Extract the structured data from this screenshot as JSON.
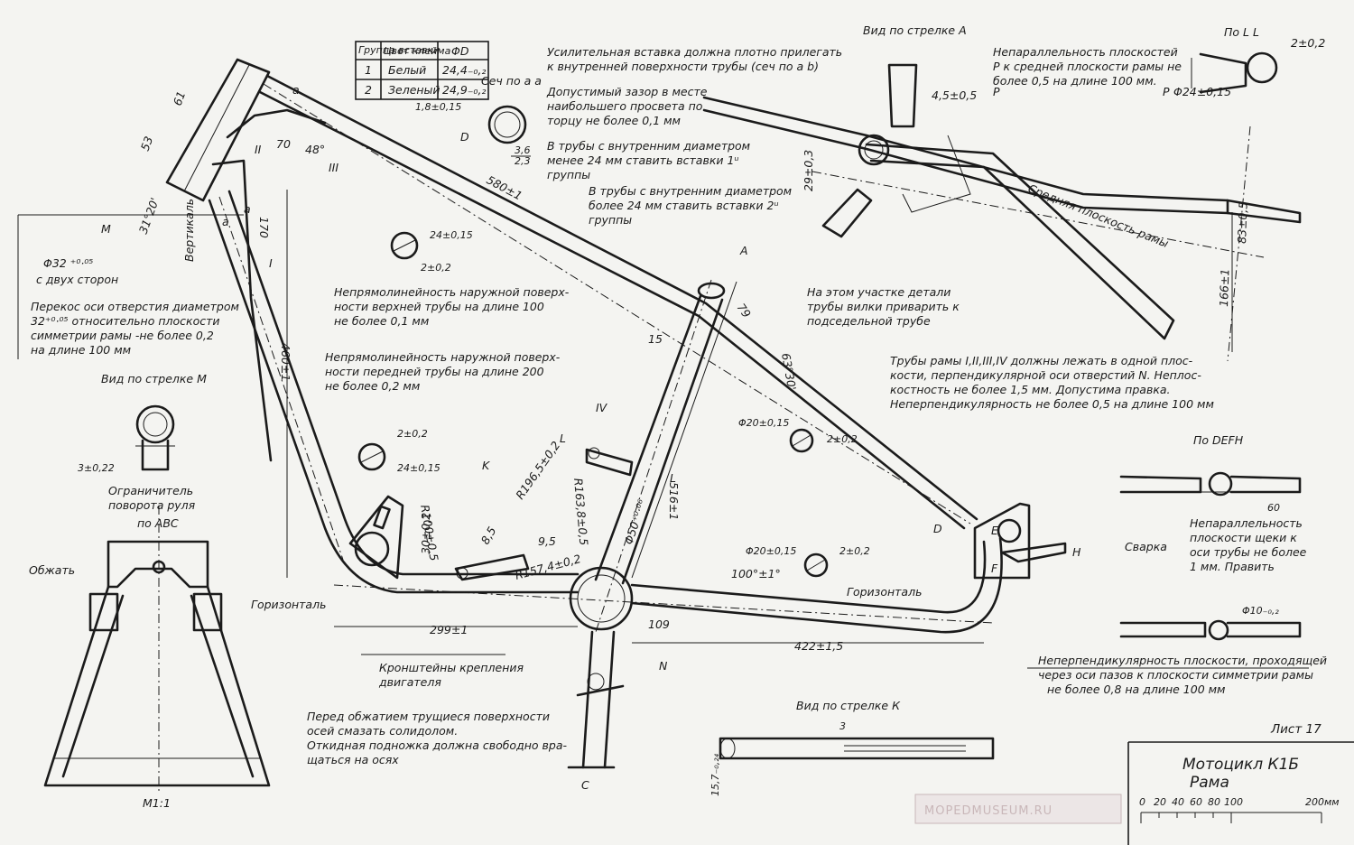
{
  "drawing": {
    "watermark": "MOPEDMUSEUM.RU",
    "sheet": "Лист 17",
    "title_line1": "Мотоцикл К1Б",
    "title_line2": "Рама",
    "scale_ticks": [
      "0",
      "20",
      "40",
      "60",
      "80",
      "100"
    ],
    "scale_end": "200мм"
  },
  "table": {
    "headers": [
      "Группа вставки",
      "Цвет клейма",
      "ΦD"
    ],
    "rows": [
      [
        "1",
        "Белый",
        "24,4₋₀,₂"
      ],
      [
        "2",
        "Зеленый",
        "24,9₋₀,₂"
      ]
    ]
  },
  "section_aa": {
    "title": "Сеч по а а",
    "dia": "1,8±0,15",
    "d_label": "D",
    "dim_top": "3,6",
    "dim_bottom": "2,3"
  },
  "notes": {
    "insert": [
      "Усилительная вставка должна плотно прилегать",
      "к внутренней поверхности трубы (сеч по а b)"
    ],
    "gap": [
      "Допустимый зазор в месте",
      "наибольшего просвета по",
      "торцу не более 0,1 мм"
    ],
    "group1": [
      "В трубы с внутренним диаметром",
      "менее 24 мм ставить вставки 1ᵘ",
      "группы"
    ],
    "group2": [
      "В трубы с внутренним диаметром",
      "более 24 мм ставить вставки 2ᵘ",
      "группы"
    ],
    "top_tube": [
      "Непрямолинейность наружной поверх-",
      "ности верхней трубы на длине 100",
      "не более 0,1 мм"
    ],
    "front_tube": [
      "Непрямолинейность наружной поверх-",
      "ности передней трубы на длине 200",
      "не более 0,2 мм"
    ],
    "skew": [
      "Перекос оси отверстия диаметром",
      "32⁺⁰·⁰⁵ относительно плоскости",
      "симметрии рамы -не более 0,2",
      "на длине 100 мм"
    ],
    "weld": [
      "На этом участке детали",
      "трубы вилки приварить к",
      "подседельной трубе"
    ],
    "plane": [
      "Трубы рамы I,II,III,IV должны лежать в одной плос-",
      "кости, перпендикулярной оси отверстий N. Неплос-",
      "костность не более 1,5 мм.   Допустима правка.",
      "Неперпендикулярность  не более 0,5 на длине 100 мм"
    ],
    "nonparallel": [
      "Непараллельность плоскостей",
      "Р к средней плоскости рамы не",
      "более  0,5  на длине 100 мм."
    ],
    "cheek": [
      "Непараллельность",
      "плоскости щеки к",
      "оси трубы не более",
      "1 мм. Править"
    ],
    "slots": [
      "Неперпендикулярность плоскости, проходящей",
      "через оси пазов к плоскости симметрии рамы",
      "не более 0,8 на длине 100 мм"
    ],
    "grease": [
      "Перед обжатием трущиеся поверхности",
      "осей смазать солидолом.",
      "Откидная подножка должна свободно вра-",
      "щаться на осях"
    ]
  },
  "labels": {
    "view_a": "Вид по стрелке А",
    "view_m": "Вид по стрелке М",
    "view_k": "Вид по стрелке К",
    "section_ll": "По L L",
    "section_abc": "по АВС",
    "section_defh": "По DEFH",
    "mid_plane": "Средняя плоскость рамы",
    "stop": [
      "Ограничитель",
      "поворота руля"
    ],
    "brackets": [
      "Кронштейны крепления",
      "двигателя"
    ],
    "crimp": "Обжать",
    "weld": "Сварка",
    "horizontal": "Горизонталь",
    "vertical": "Вертикаль",
    "both_sides": "с двух сторон",
    "scale_m": "М1:1",
    "dia32": "Φ32 ⁺⁰·⁰⁵",
    "roman": [
      "I",
      "II",
      "III",
      "IV"
    ],
    "letters": [
      "A",
      "M",
      "K",
      "L",
      "L",
      "N",
      "C",
      "D",
      "E",
      "F",
      "H",
      "P",
      "P",
      "a",
      "a",
      "a"
    ]
  },
  "dims": {
    "d61": "61",
    "d53": "53",
    "d70": "70",
    "d48": "48°",
    "d31": "31°20'",
    "d170": "170",
    "d580": "580±1",
    "d460": "460±1",
    "d516": "516±1",
    "d299": "299±1",
    "d422": "422±1,5",
    "d109": "109",
    "d100": "100°±1°",
    "d79": "79",
    "d15": "15",
    "d63": "63°30'",
    "d50": "Φ50⁺⁰·⁰⁶",
    "r100": "R100±0,5",
    "r1965": "R196,5±0,2",
    "r1638": "R163,8±0,5",
    "r1574": "R157,4±0,2",
    "d30": "30±0,2",
    "d85": "8,5",
    "d95": "9,5",
    "d45": "4,5±0,5",
    "d29": "29±0,3",
    "d83": "83±0,5",
    "d166": "166±1",
    "d2a": "2±0,2",
    "d24a": "Φ24±0,15",
    "hole1_a": "24±0,15",
    "hole1_b": "2±0,2",
    "hole2_a": "2±0,2",
    "hole2_b": "24±0,15",
    "hole3_a": "Φ20±0,15",
    "hole3_b": "2±0,2",
    "hole4_a": "Φ20±0,15",
    "hole4_b": "2±0,2",
    "d3": "3±0,22",
    "d60": "60",
    "d10": "Φ10₋₀,₂",
    "d3k": "3",
    "d157": "15,7₋₀,₂₄"
  }
}
